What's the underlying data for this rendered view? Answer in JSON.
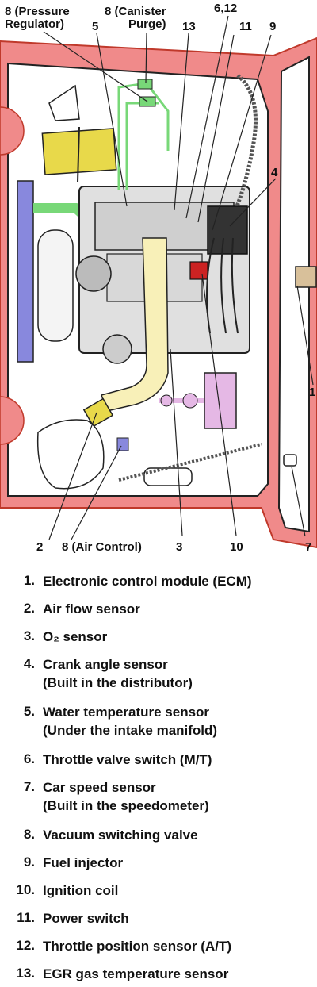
{
  "colors": {
    "body": "#f08a8a",
    "body_stroke": "#c0392b",
    "radiator": "#8888dd",
    "air_duct": "#f8f0b8",
    "ecm": "#d8c09a",
    "battery": "#e8d94a",
    "coil": "#cc2222",
    "green_hose": "#78d878",
    "canister": "#e5b8e5"
  },
  "callouts": {
    "c8_pressure": "8 (Pressure\nRegulator)",
    "c8_canister": "8 (Canister\nPurge)",
    "c5": "5",
    "c13": "13",
    "c6_12": "6,12",
    "c11": "11",
    "c9": "9",
    "c4": "4",
    "c1": "1",
    "c2": "2",
    "c8_air": "8 (Air Control)",
    "c3": "3",
    "c10": "10",
    "c7": "7"
  },
  "legend": [
    {
      "num": "1.",
      "text": "Electronic control module (ECM)"
    },
    {
      "num": "2.",
      "text": "Air flow sensor"
    },
    {
      "num": "3.",
      "text": "O₂ sensor"
    },
    {
      "num": "4.",
      "text": "Crank angle sensor",
      "sub": "(Built in the distributor)"
    },
    {
      "num": "5.",
      "text": "Water temperature sensor",
      "sub": "(Under the intake manifold)"
    },
    {
      "num": "6.",
      "text": "Throttle valve switch (M/T)"
    },
    {
      "num": "7.",
      "text": "Car speed sensor",
      "sub": "(Built in the speedometer)"
    },
    {
      "num": "8.",
      "text": "Vacuum switching valve"
    },
    {
      "num": "9.",
      "text": "Fuel injector"
    },
    {
      "num": "10.",
      "text": "Ignition coil"
    },
    {
      "num": "11.",
      "text": "Power switch"
    },
    {
      "num": "12.",
      "text": "Throttle position sensor (A/T)"
    },
    {
      "num": "13.",
      "text": "EGR gas temperature sensor"
    }
  ]
}
